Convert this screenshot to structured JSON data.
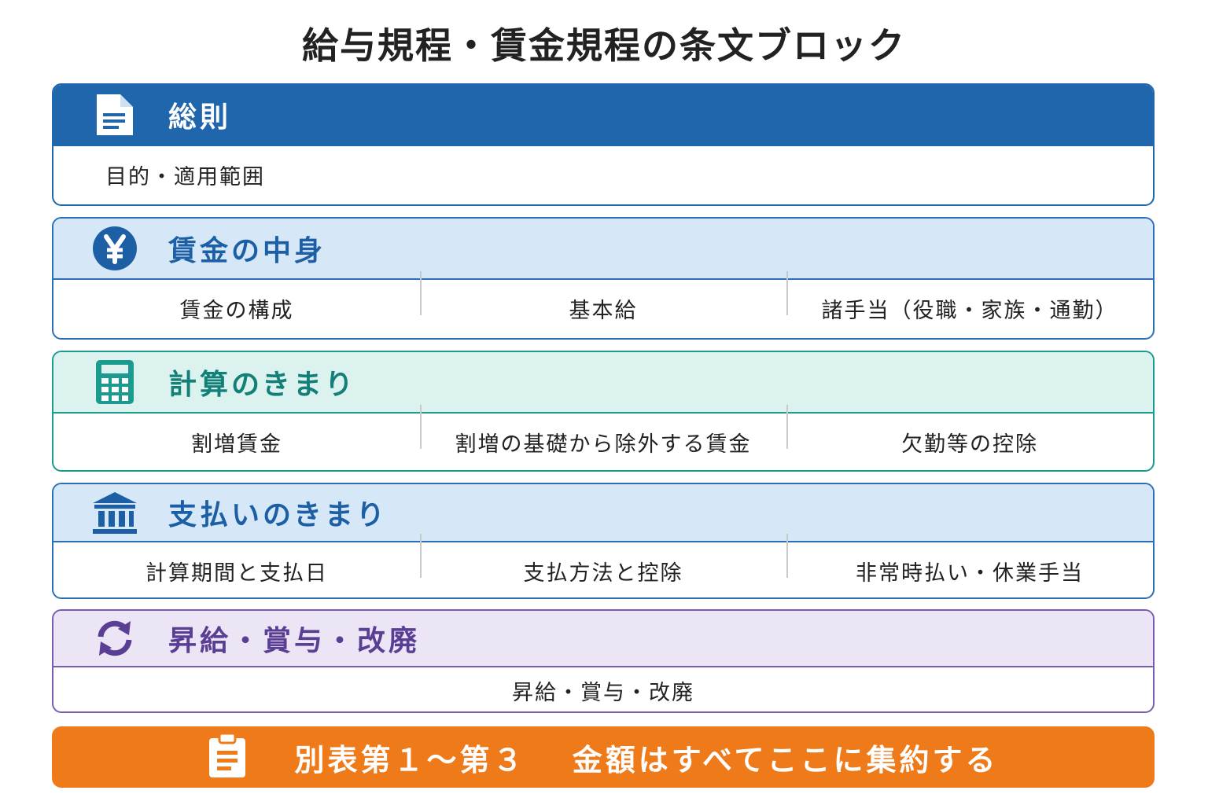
{
  "title": "給与規程・賃金規程の条文ブロック",
  "blocks": [
    {
      "heading": "総則",
      "icon": "document-icon",
      "items": [
        "目的・適用範囲"
      ]
    },
    {
      "heading": "賃金の中身",
      "icon": "yen-icon",
      "items": [
        "賃金の構成",
        "基本給",
        "諸手当（役職・家族・通勤）"
      ]
    },
    {
      "heading": "計算のきまり",
      "icon": "calculator-icon",
      "items": [
        "割増賃金",
        "割増の基礎から除外する賃金",
        "欠勤等の控除"
      ]
    },
    {
      "heading": "支払いのきまり",
      "icon": "bank-icon",
      "items": [
        "計算期間と支払日",
        "支払方法と控除",
        "非常時払い・休業手当"
      ]
    },
    {
      "heading": "昇給・賞与・改廃",
      "icon": "refresh-icon",
      "items": [
        "昇給・賞与・改廃"
      ]
    }
  ],
  "footer": {
    "text": "別表第１～第３　 金額はすべてここに集約する",
    "icon": "clipboard-icon"
  },
  "colors": {
    "general": "#1f66ad",
    "wage": "#2c6fb7",
    "calc": "#1b9a90",
    "payment": "#2c6fb7",
    "raise": "#7a5bb0",
    "footer": "#ef7a1a"
  }
}
